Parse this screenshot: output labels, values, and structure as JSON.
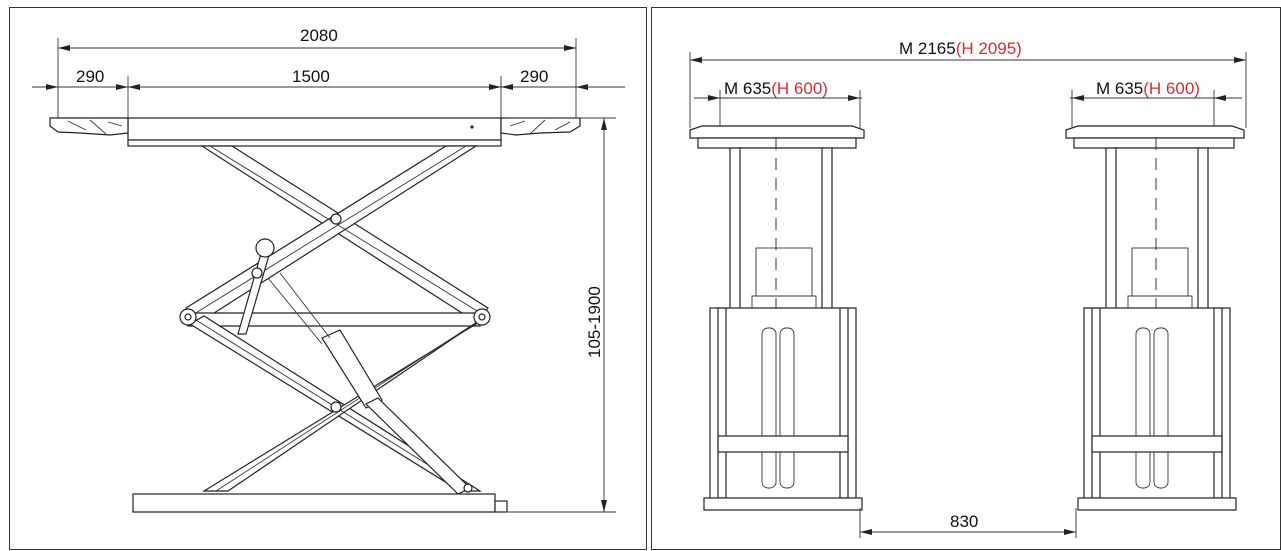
{
  "side_view": {
    "overall_width": "2080",
    "left_extension": "290",
    "platform_length": "1500",
    "right_extension": "290",
    "height_range": "105-1900"
  },
  "front_view": {
    "overall_prefix": "M 2165",
    "overall_alt": "(H 2095)",
    "left_platform_prefix": "M 635",
    "left_platform_alt": "(H 600)",
    "right_platform_prefix": "M 635",
    "right_platform_alt": "(H 600)",
    "gap": "830"
  },
  "colors": {
    "alt_dimension": "#d32f2f",
    "line": "#222222"
  }
}
